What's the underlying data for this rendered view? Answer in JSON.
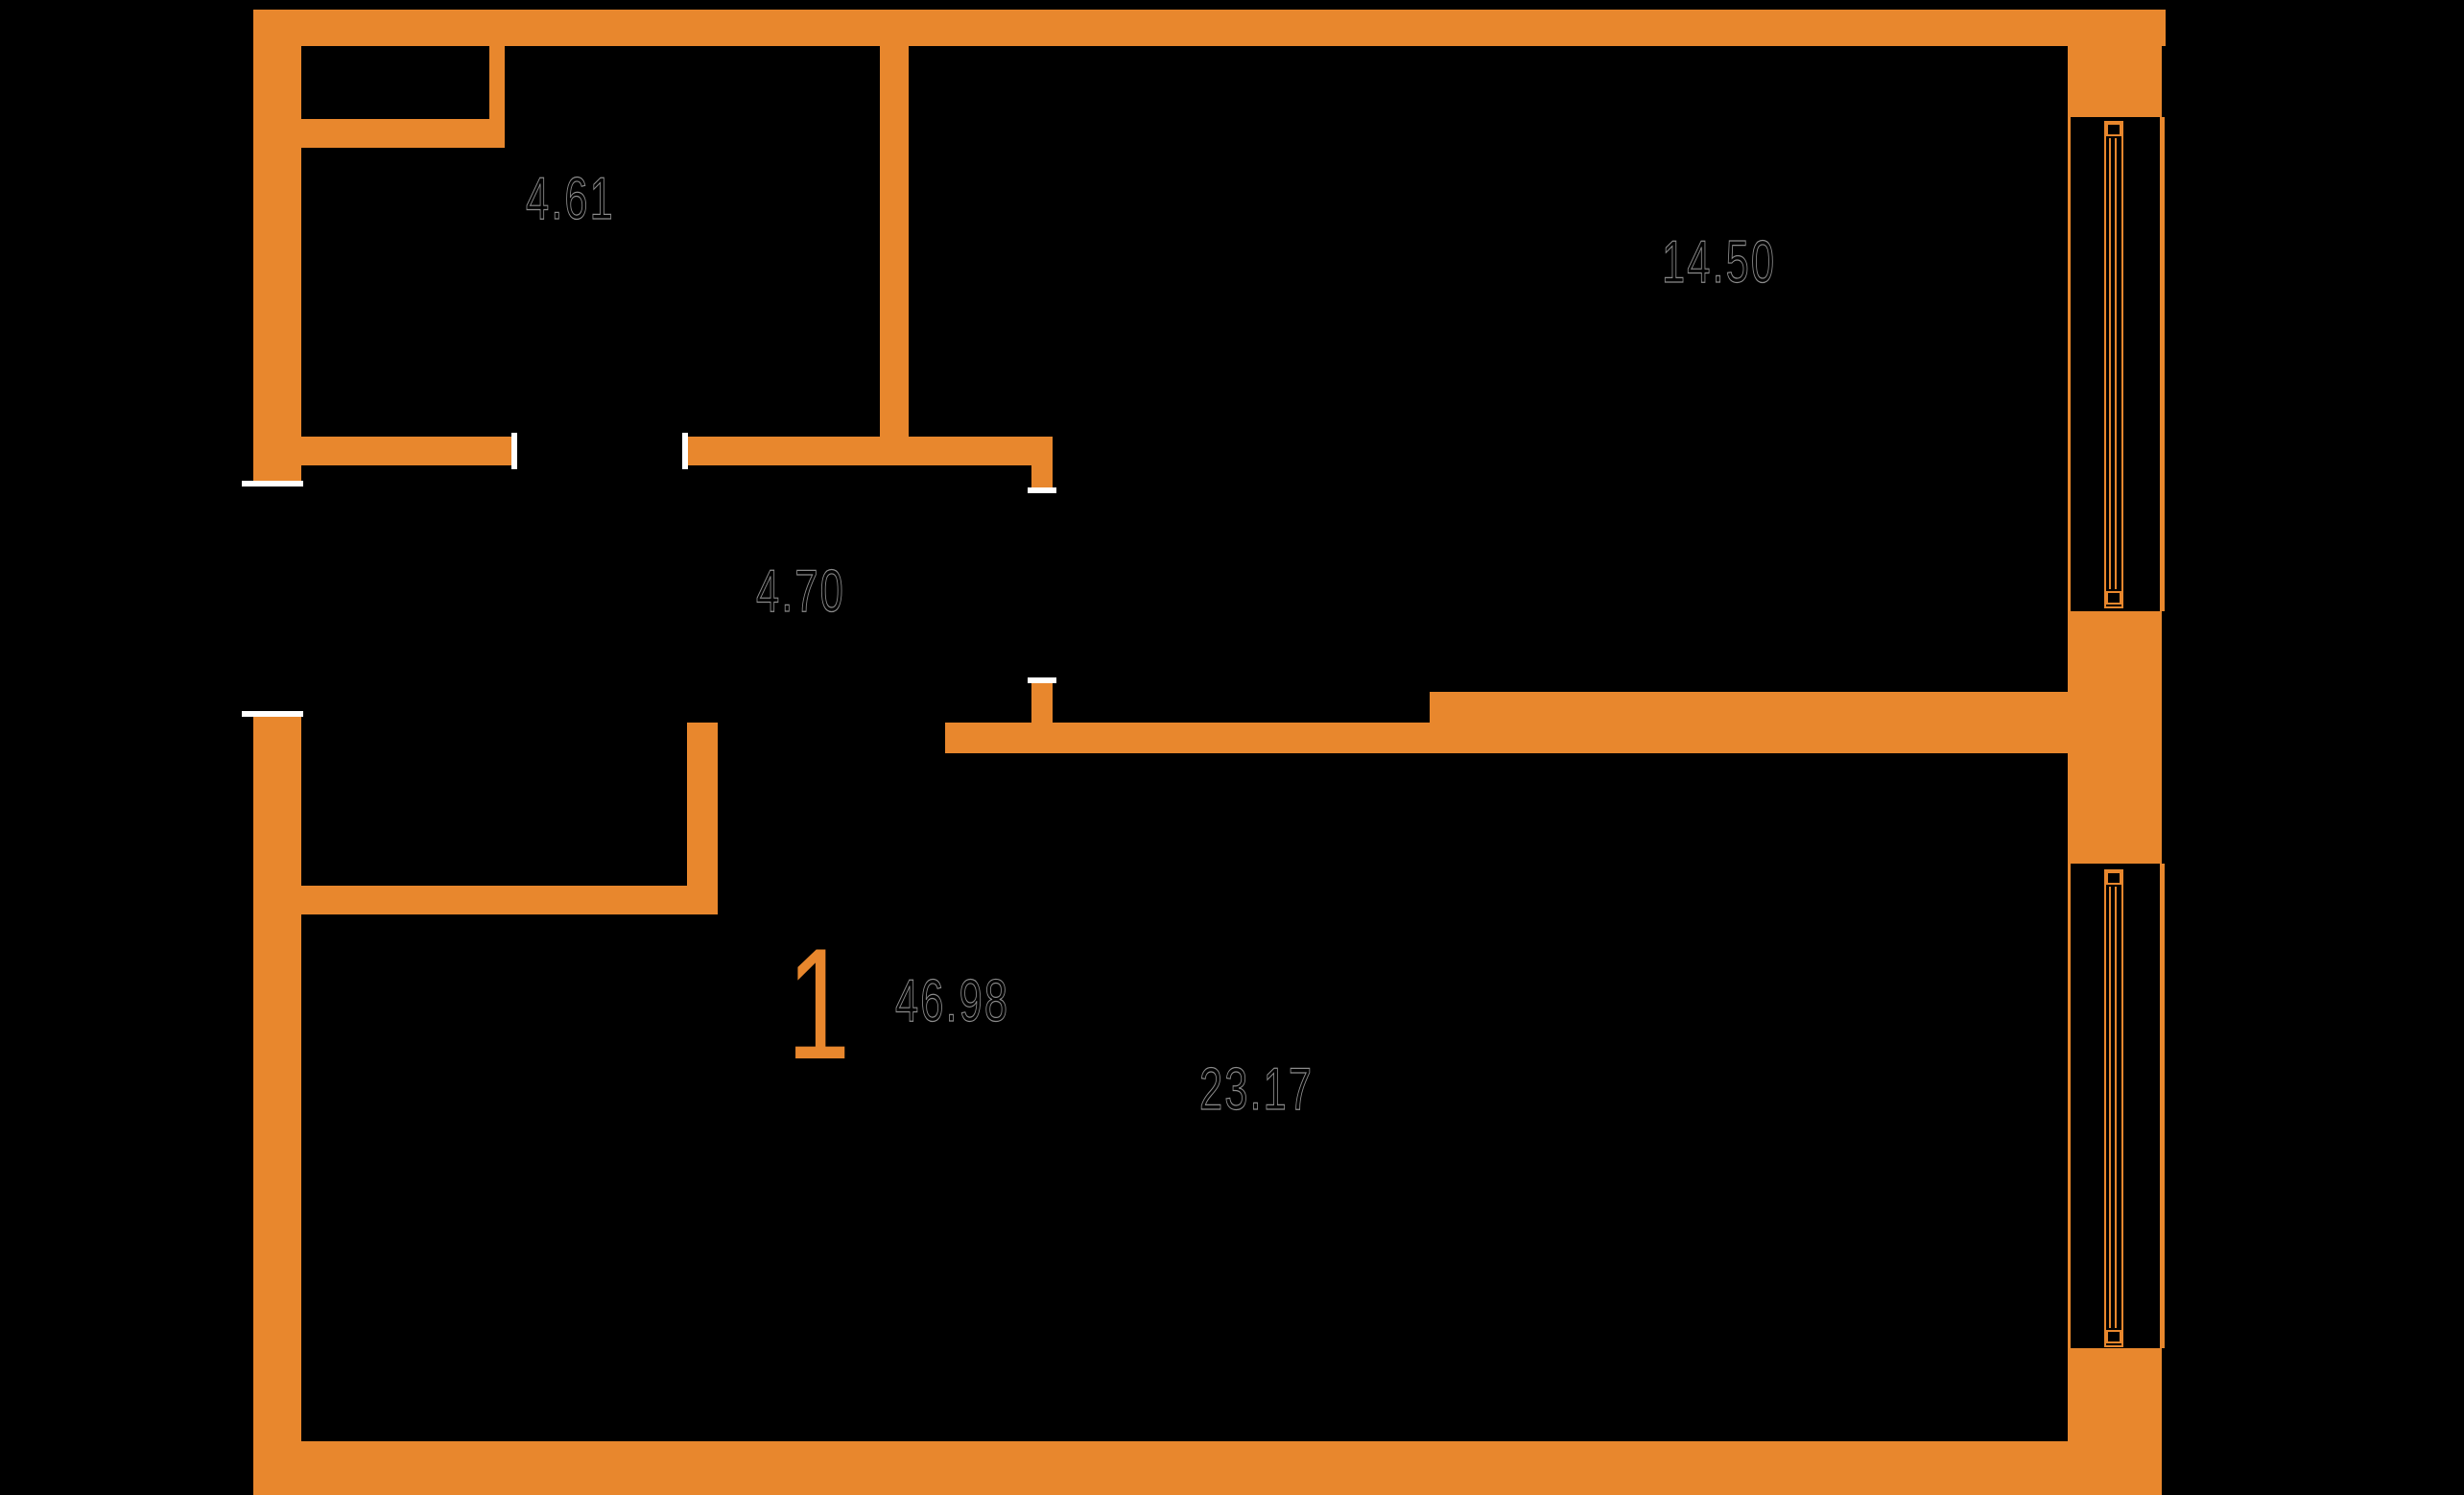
{
  "plan": {
    "unit_number": "1",
    "total_area": "46.98",
    "rooms": [
      {
        "id": "room_top_left",
        "area": "4.61"
      },
      {
        "id": "room_top_right",
        "area": "14.50"
      },
      {
        "id": "corridor",
        "area": "4.70"
      },
      {
        "id": "room_bottom",
        "area": "23.17"
      }
    ]
  },
  "colors": {
    "wall": "#E8872D",
    "background": "#000000",
    "label_fill": "#000000",
    "label_outline": "#8B8B8B",
    "door_jamb": "#FFFFFF"
  }
}
